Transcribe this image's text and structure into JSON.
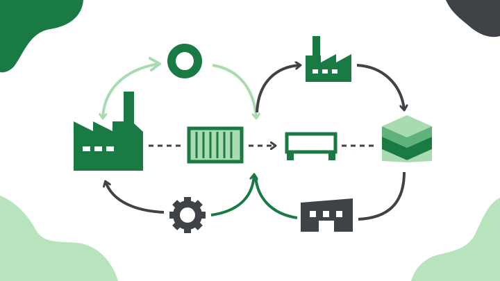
{
  "diagram": {
    "nodes": [
      {
        "id": "factory-large",
        "icon": "factory-icon"
      },
      {
        "id": "ring",
        "icon": "ring-icon"
      },
      {
        "id": "container",
        "icon": "shipping-container-icon"
      },
      {
        "id": "gear",
        "icon": "gear-icon"
      },
      {
        "id": "factory-small",
        "icon": "factory-icon"
      },
      {
        "id": "frame",
        "icon": "rail-frame-icon"
      },
      {
        "id": "warehouse",
        "icon": "warehouse-icon"
      },
      {
        "id": "stack",
        "icon": "layered-stack-icon"
      }
    ],
    "edges": [
      {
        "from": "ring",
        "to": "factory-large",
        "style": "curved-arrow"
      },
      {
        "from": "ring",
        "to": "container",
        "style": "curved-arrow"
      },
      {
        "from": "factory-large",
        "to": "container",
        "style": "dashed"
      },
      {
        "from": "container",
        "to": "frame",
        "style": "dashed-arrow"
      },
      {
        "from": "frame",
        "to": "stack",
        "style": "dashed"
      },
      {
        "from": "gear",
        "to": "factory-large",
        "style": "curved-arrow"
      },
      {
        "from": "gear",
        "to": "container",
        "style": "curved-arrow"
      },
      {
        "from": "warehouse",
        "to": "container",
        "style": "curved-arrow"
      },
      {
        "from": "container",
        "to": "factory-small",
        "style": "curved-arrow"
      },
      {
        "from": "factory-small",
        "to": "stack",
        "style": "curved-arrow"
      },
      {
        "from": "stack",
        "to": "warehouse",
        "style": "curve"
      }
    ]
  },
  "colors": {
    "dark_green": "#1a7a43",
    "light_green": "#a8dcb0",
    "pale_green": "#b7e4bd",
    "charcoal": "#3f4246",
    "background": "#ffffff"
  }
}
